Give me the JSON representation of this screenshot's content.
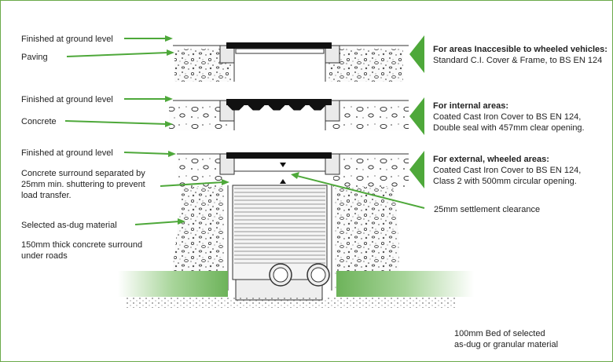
{
  "colors": {
    "arrow": "#4ea83a",
    "grass": "#8cc57a",
    "frame": "#6aaa4a"
  },
  "left_labels": [
    "Finished at ground level",
    "Paving",
    "Finished at ground level",
    "Concrete",
    "Finished at ground level",
    "Concrete surround separated by",
    "25mm min. shuttering to prevent",
    "load transfer.",
    "Selected as-dug material",
    "150mm thick concrete surround",
    "under roads"
  ],
  "notes": [
    {
      "title": "For areas Inaccesible to wheeled vehicles:",
      "lines": [
        "Standard C.I. Cover & Frame, to BS EN 124"
      ]
    },
    {
      "title": "For internal areas:",
      "lines": [
        "Coated Cast Iron Cover to BS EN 124,",
        "Double seal with 457mm clear opening."
      ]
    },
    {
      "title": "For external, wheeled areas:",
      "lines": [
        "Coated Cast Iron Cover to BS EN 124,",
        "Class 2 with 500mm circular opening."
      ]
    }
  ],
  "settlement_label": "25mm settlement clearance",
  "bed_label": [
    "100mm Bed of selected",
    "as-dug or granular material"
  ]
}
